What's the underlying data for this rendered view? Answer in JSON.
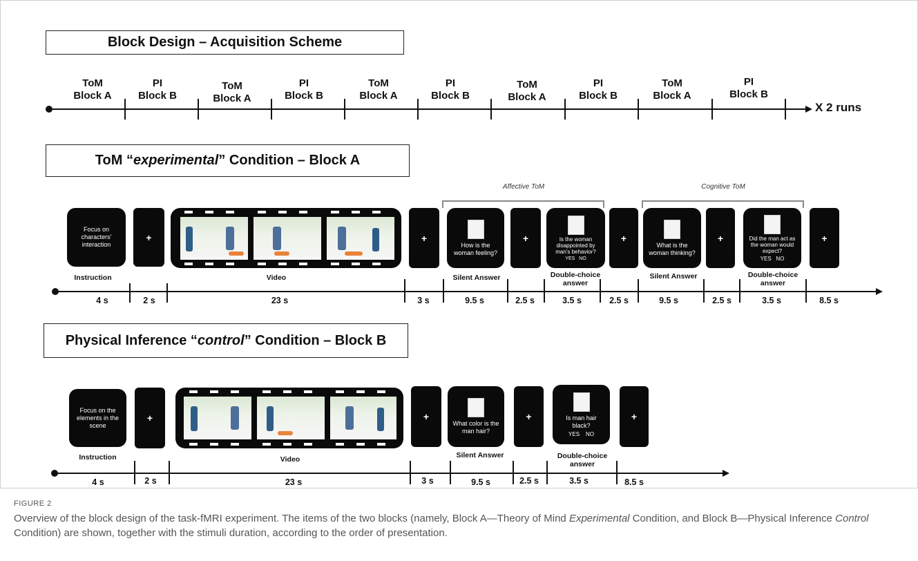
{
  "titles": {
    "acquisition": "Block Design – Acquisition Scheme",
    "tom_prefix": "ToM “",
    "tom_em": "experimental",
    "tom_suffix": " ” Condition – Block A",
    "pi_prefix": "Physical Inference “",
    "pi_em": "control",
    "pi_suffix": "” Condition – Block B"
  },
  "timeline": {
    "blocks": [
      {
        "line1": "ToM",
        "line2": "Block A"
      },
      {
        "line1": "PI",
        "line2": "Block B"
      },
      {
        "line1": "ToM",
        "line2": "Block A"
      },
      {
        "line1": "PI",
        "line2": "Block B"
      },
      {
        "line1": "ToM",
        "line2": "Block A"
      },
      {
        "line1": "PI",
        "line2": "Block B"
      },
      {
        "line1": "ToM",
        "line2": "Block A"
      },
      {
        "line1": "PI",
        "line2": "Block B"
      },
      {
        "line1": "ToM",
        "line2": "Block A"
      },
      {
        "line1": "PI",
        "line2": "Block B"
      }
    ],
    "runs": "X 2 runs"
  },
  "tom": {
    "affective": "Affective ToM",
    "cognitive": "Cognitive ToM",
    "instruction_text": "Focus on characters' interaction",
    "fix": "+",
    "q1": "How is the woman feeling?",
    "q2": "Is the woman disappointed by man's behavior?",
    "q3": "What is the woman thinking?",
    "q4": "Did the man act as the woman would expect?",
    "yes": "YES",
    "no": "NO",
    "labels": {
      "instruction": "Instruction",
      "video": "Video",
      "silent1": "Silent Answer",
      "double1": "Double-choice answer",
      "silent2": "Silent Answer",
      "double2": "Double-choice answer"
    },
    "durations": [
      "4 s",
      "2 s",
      "23 s",
      "3 s",
      "9.5 s",
      "2.5 s",
      "3.5 s",
      "2.5 s",
      "9.5 s",
      "2.5 s",
      "3.5 s",
      "8.5 s"
    ]
  },
  "pi": {
    "instruction_text": "Focus on the elements in the scene",
    "fix": "+",
    "q1": "What color is the man hair?",
    "q2": "Is man hair black?",
    "yes": "YES",
    "no": "NO",
    "labels": {
      "instruction": "Instruction",
      "video": "Video",
      "silent": "Silent Answer",
      "double": "Double-choice answer"
    },
    "durations": [
      "4 s",
      "2 s",
      "23 s",
      "3 s",
      "9.5 s",
      "2.5 s",
      "3.5 s",
      "8.5 s"
    ]
  },
  "caption": {
    "head": "FIGURE 2",
    "part1": "Overview of the block design of the task-fMRI experiment. The items of the two blocks (namely, Block A—Theory of Mind ",
    "em1": "Experimental",
    "part2": " Condition, and Block B—Physical Inference ",
    "em2": "Control",
    "part3": " Condition) are shown, together with the stimuli duration, according to the order of presentation."
  }
}
